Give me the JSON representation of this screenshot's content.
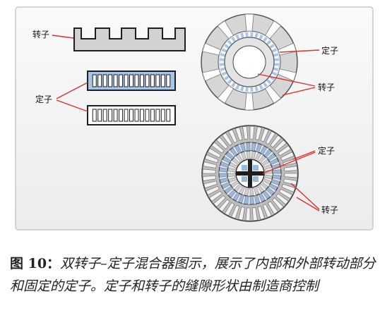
{
  "labels": {
    "rotor": "转子",
    "stator": "定子",
    "stator_right_top": "定子",
    "rotor_right_top": "转子",
    "stator_right_bottom": "定子",
    "rotor_right_bottom": "转子"
  },
  "caption": {
    "number": "图 10：",
    "text": "双转子–定子混合器图示，展示了内部和外部转动部分和固定的定子。定子和转子的缝隙形状由制造商控制"
  },
  "colors": {
    "frame_bg": "#f6f6f6",
    "panel_border": "#c8c8c8",
    "rotor_fill": "#d2d2d2",
    "stator_fill": "#a8c4e6",
    "dark": "#1e1e1e",
    "leader_red": "#e0302a"
  }
}
